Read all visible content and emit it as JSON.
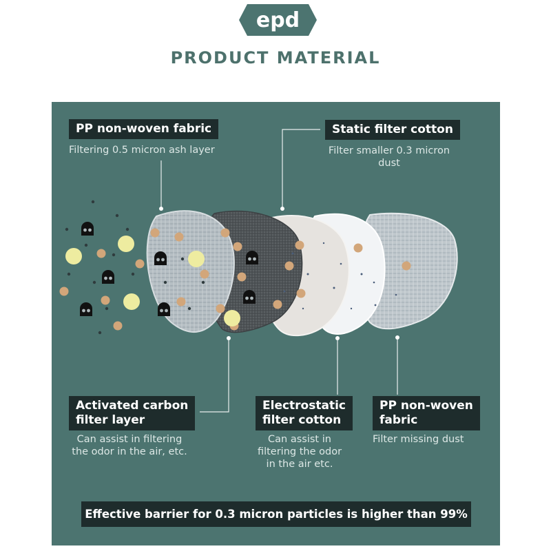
{
  "brand": {
    "logo_text": "epd"
  },
  "title": "PRODUCT MATERIAL",
  "layers": [
    {
      "name": "PP non-woven fabric",
      "description": [
        "Filtering 0.5 micron ash layer"
      ]
    },
    {
      "name": "Static filter cotton",
      "description": [
        "Filter smaller 0.3 micron",
        "dust"
      ]
    },
    {
      "name": [
        "Activated carbon",
        "filter layer"
      ],
      "description": [
        "Can assist in filtering",
        "the odor in the air, etc."
      ]
    },
    {
      "name": [
        "Electrostatic",
        "filter cotton"
      ],
      "description": [
        "Can assist in",
        "filtering the odor",
        "in the air etc."
      ]
    },
    {
      "name": [
        "PP non-woven",
        "fabric"
      ],
      "description": [
        "Filter missing dust"
      ]
    }
  ],
  "footer": "Effective barrier for 0.3 micron particles is higher than 99%",
  "colors": {
    "panel": "#4c7470",
    "label_bg": "#1e2c2c",
    "title": "#4d716c",
    "particle_tan": "#d2a67a",
    "particle_yellow": "#eeeca0"
  }
}
